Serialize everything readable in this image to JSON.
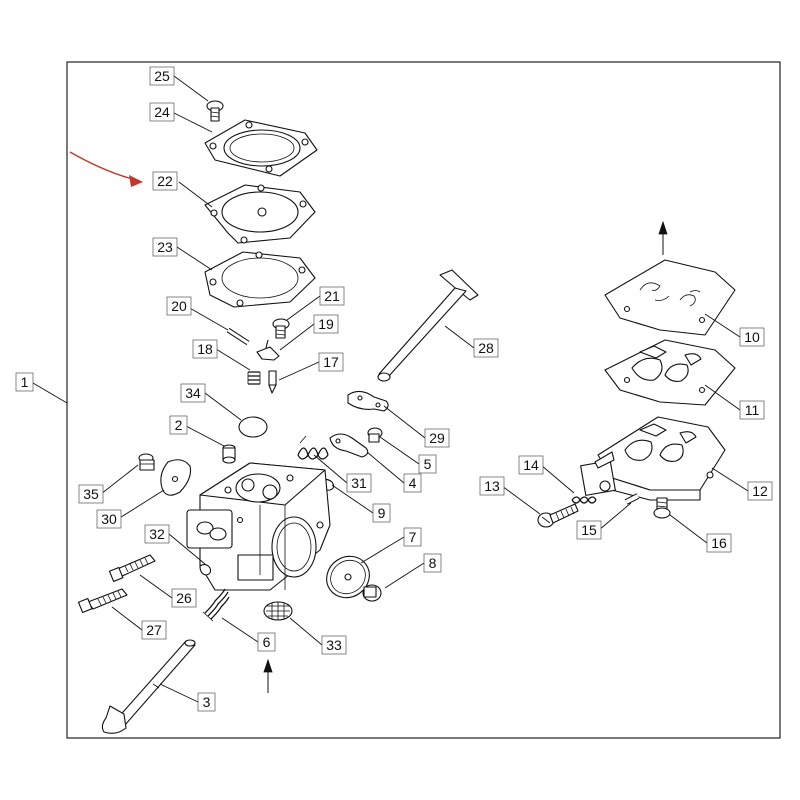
{
  "diagram": {
    "highlight_part": "22",
    "accent_color": "#c0392b",
    "labels": {
      "p1": "1",
      "p2": "2",
      "p3": "3",
      "p4": "4",
      "p5": "5",
      "p6": "6",
      "p7": "7",
      "p8": "8",
      "p9": "9",
      "p10": "10",
      "p11": "11",
      "p12": "12",
      "p13": "13",
      "p14": "14",
      "p15": "15",
      "p16": "16",
      "p17": "17",
      "p18": "18",
      "p19": "19",
      "p20": "20",
      "p21": "21",
      "p22": "22",
      "p23": "23",
      "p24": "24",
      "p25": "25",
      "p26": "26",
      "p27": "27",
      "p28": "28",
      "p29": "29",
      "p30": "30",
      "p31": "31",
      "p32": "32",
      "p33": "33",
      "p34": "34",
      "p35": "35"
    }
  }
}
